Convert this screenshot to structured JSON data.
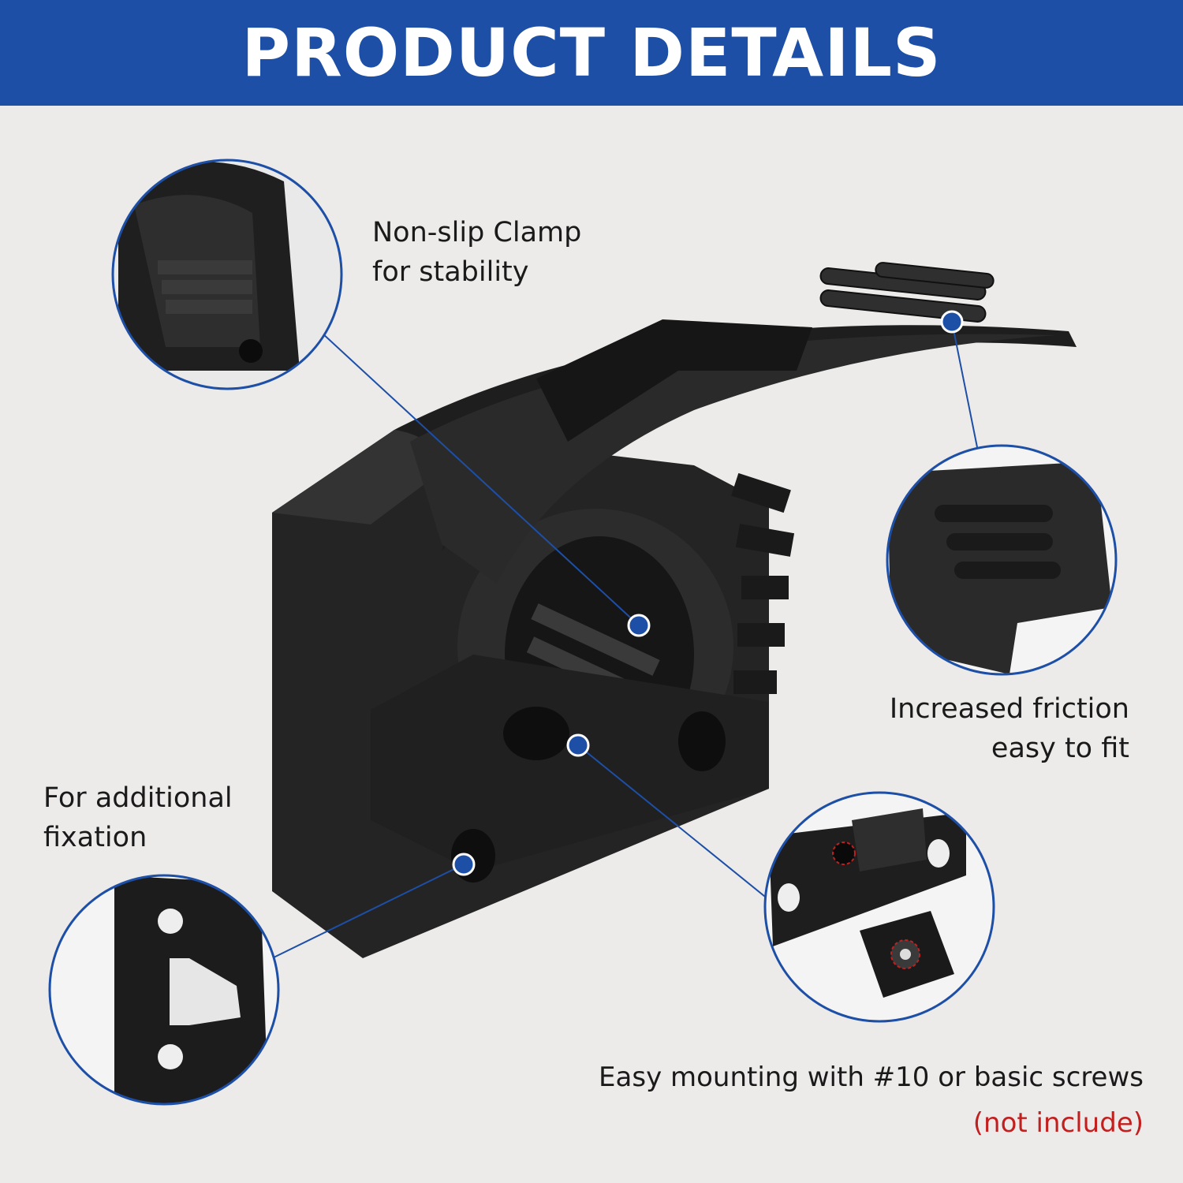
{
  "banner": {
    "title": "PRODUCT DETAILS"
  },
  "callouts": {
    "non_slip": {
      "line1": "Non-slip Clamp",
      "line2": "for stability"
    },
    "friction": {
      "line1": "Increased friction",
      "line2": "easy to fit"
    },
    "fixation": {
      "line1": "For additional",
      "line2": "fixation"
    },
    "mounting": {
      "line1": "Easy mounting with #10 or basic screws",
      "line2": "(not include)"
    }
  },
  "colors": {
    "banner": "#1d4fa6",
    "callout_line": "#1d4fa6",
    "product": "#1c1c1c",
    "highlight": "#c21f1f"
  },
  "icons": [
    "rubber-clamp-product",
    "zoom-detail-circle"
  ]
}
